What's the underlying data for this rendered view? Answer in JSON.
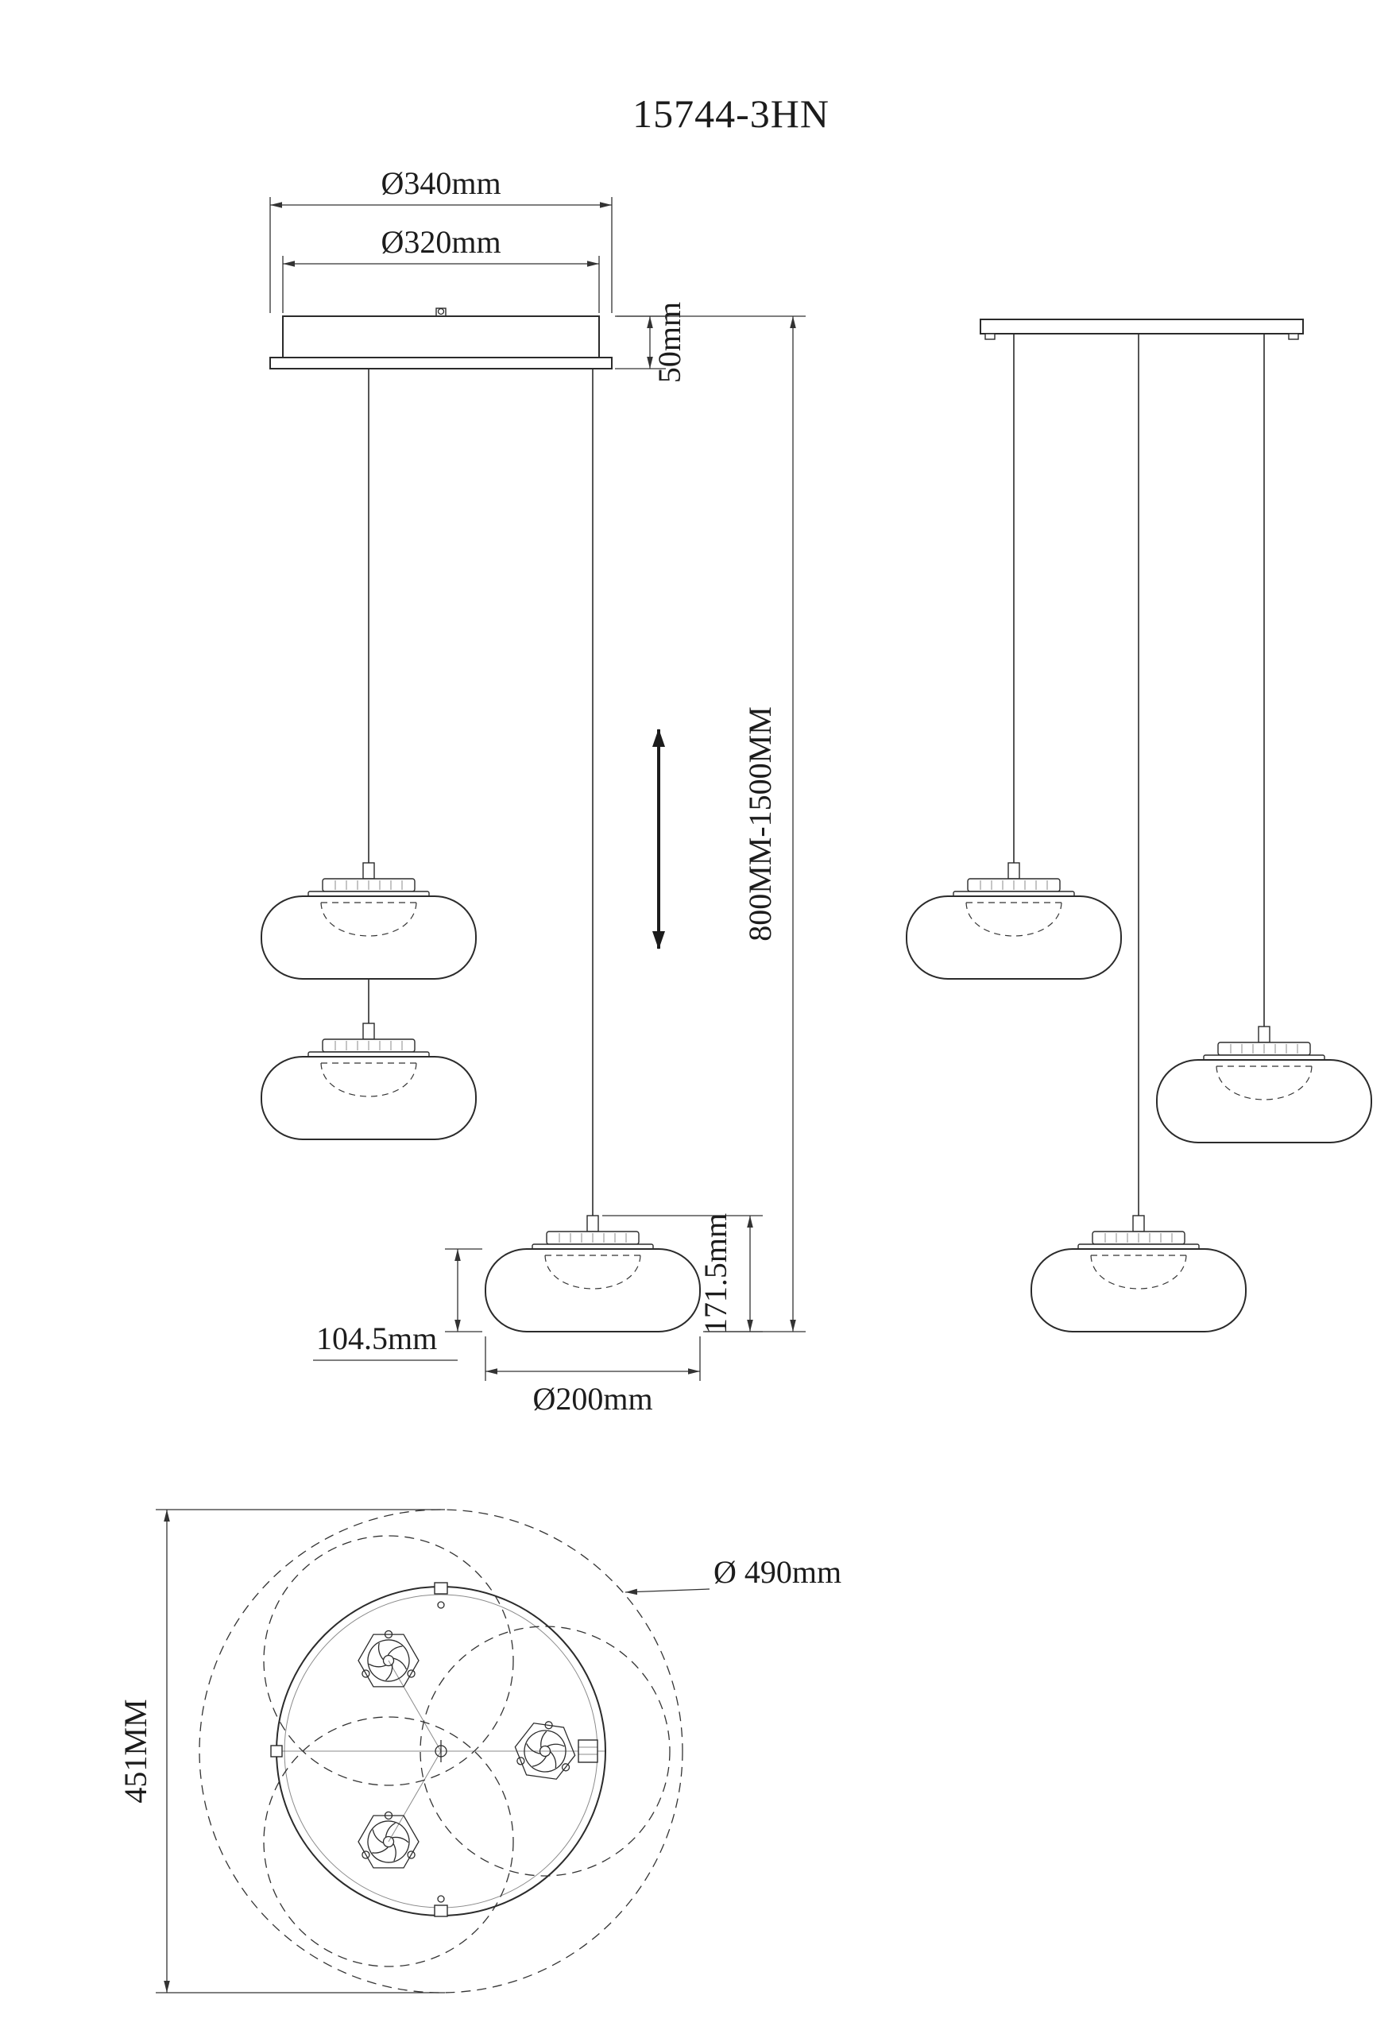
{
  "title": "15744-3HN",
  "front_view": {
    "canopy_outer_diameter": "Ø340mm",
    "canopy_inner_diameter": "Ø320mm",
    "canopy_height": "50mm",
    "suspension_height_range": "800MM-1500MM",
    "pendant_total_height": "171.5mm",
    "shade_height": "104.5mm",
    "shade_diameter": "Ø200mm"
  },
  "top_view": {
    "swing_diameter": "Ø 490mm",
    "overall_height": "451MM"
  }
}
